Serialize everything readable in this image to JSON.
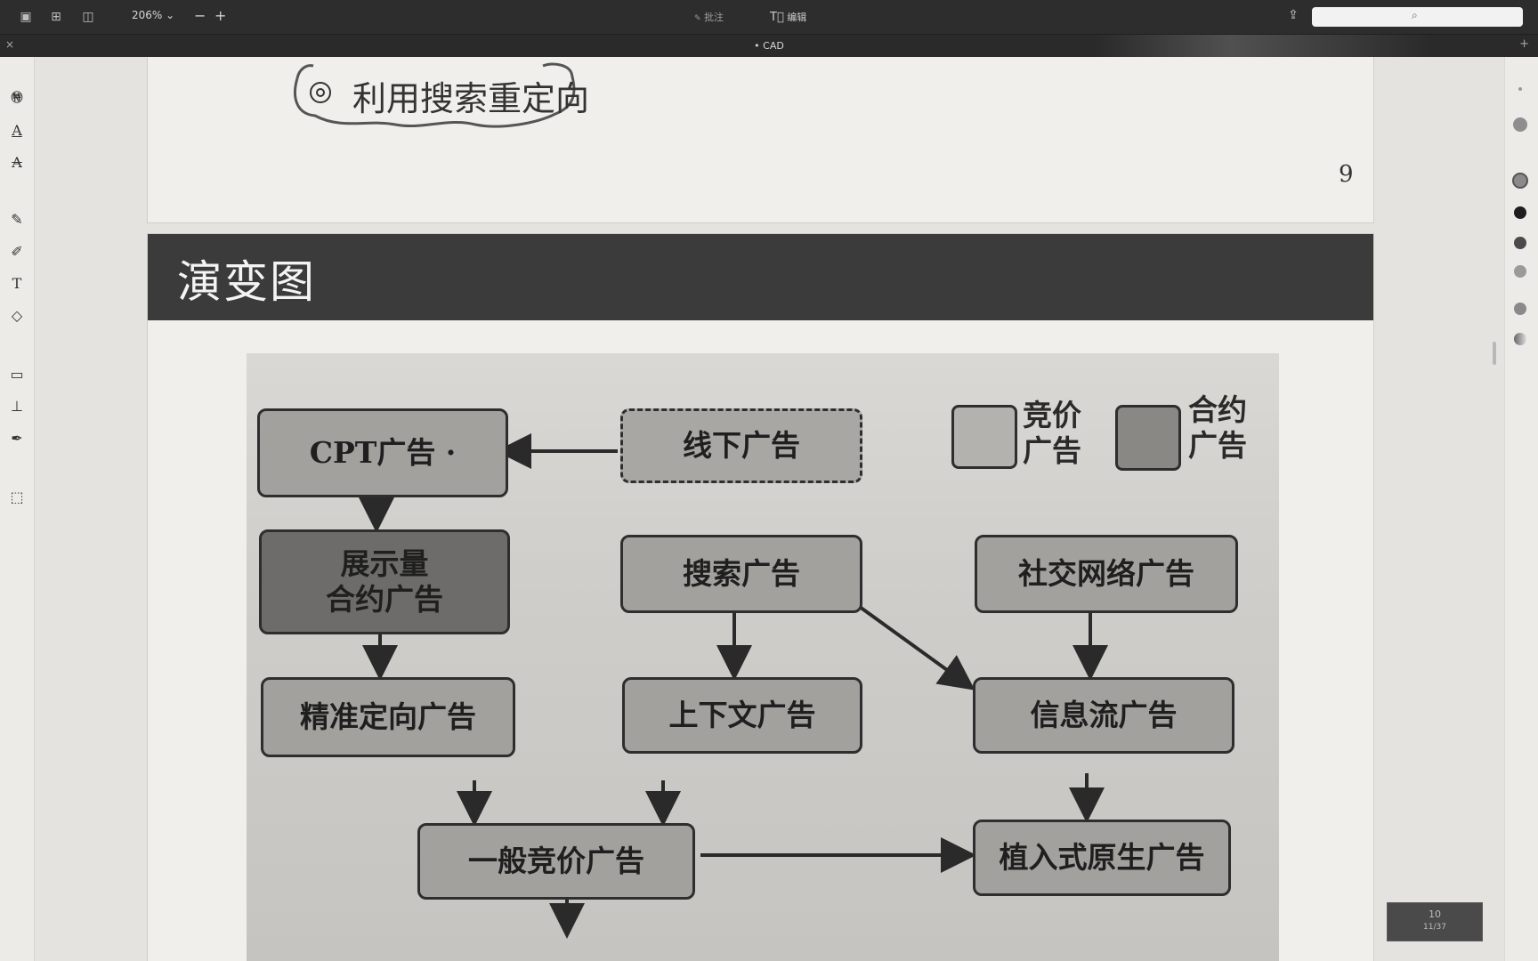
{
  "titlebar": {
    "zoom": "206%",
    "center_tool_1": "批注",
    "center_tool_2": "编辑",
    "search_icon": "search-icon"
  },
  "tab": {
    "title": "• CAD",
    "close": "×",
    "add": "+"
  },
  "page1": {
    "bullet_text": "利用搜索重定向",
    "page_number": "9"
  },
  "page2": {
    "banner_title": "演变图"
  },
  "diagram": {
    "legend": {
      "bidding_label": "竞价\n广告",
      "contract_label": "合约\n广告"
    },
    "boxes": {
      "cpt": "CPT广告 ·",
      "offline": "线下广告",
      "display": "展示量\n合约广告",
      "search": "搜索广告",
      "social": "社交网络广告",
      "targeted": "精准定向广告",
      "context": "上下文广告",
      "feed": "信息流广告",
      "general_bid": "一般竞价广告",
      "native": "植入式原生广告"
    }
  },
  "thumbnail": {
    "label": "10",
    "sub": "11/37"
  },
  "colors": {
    "titlebar": "#2d2d2d",
    "banner": "#3b3b3b",
    "contract_box": "#6d6c6a",
    "bidding_box": "#a3a19e"
  }
}
